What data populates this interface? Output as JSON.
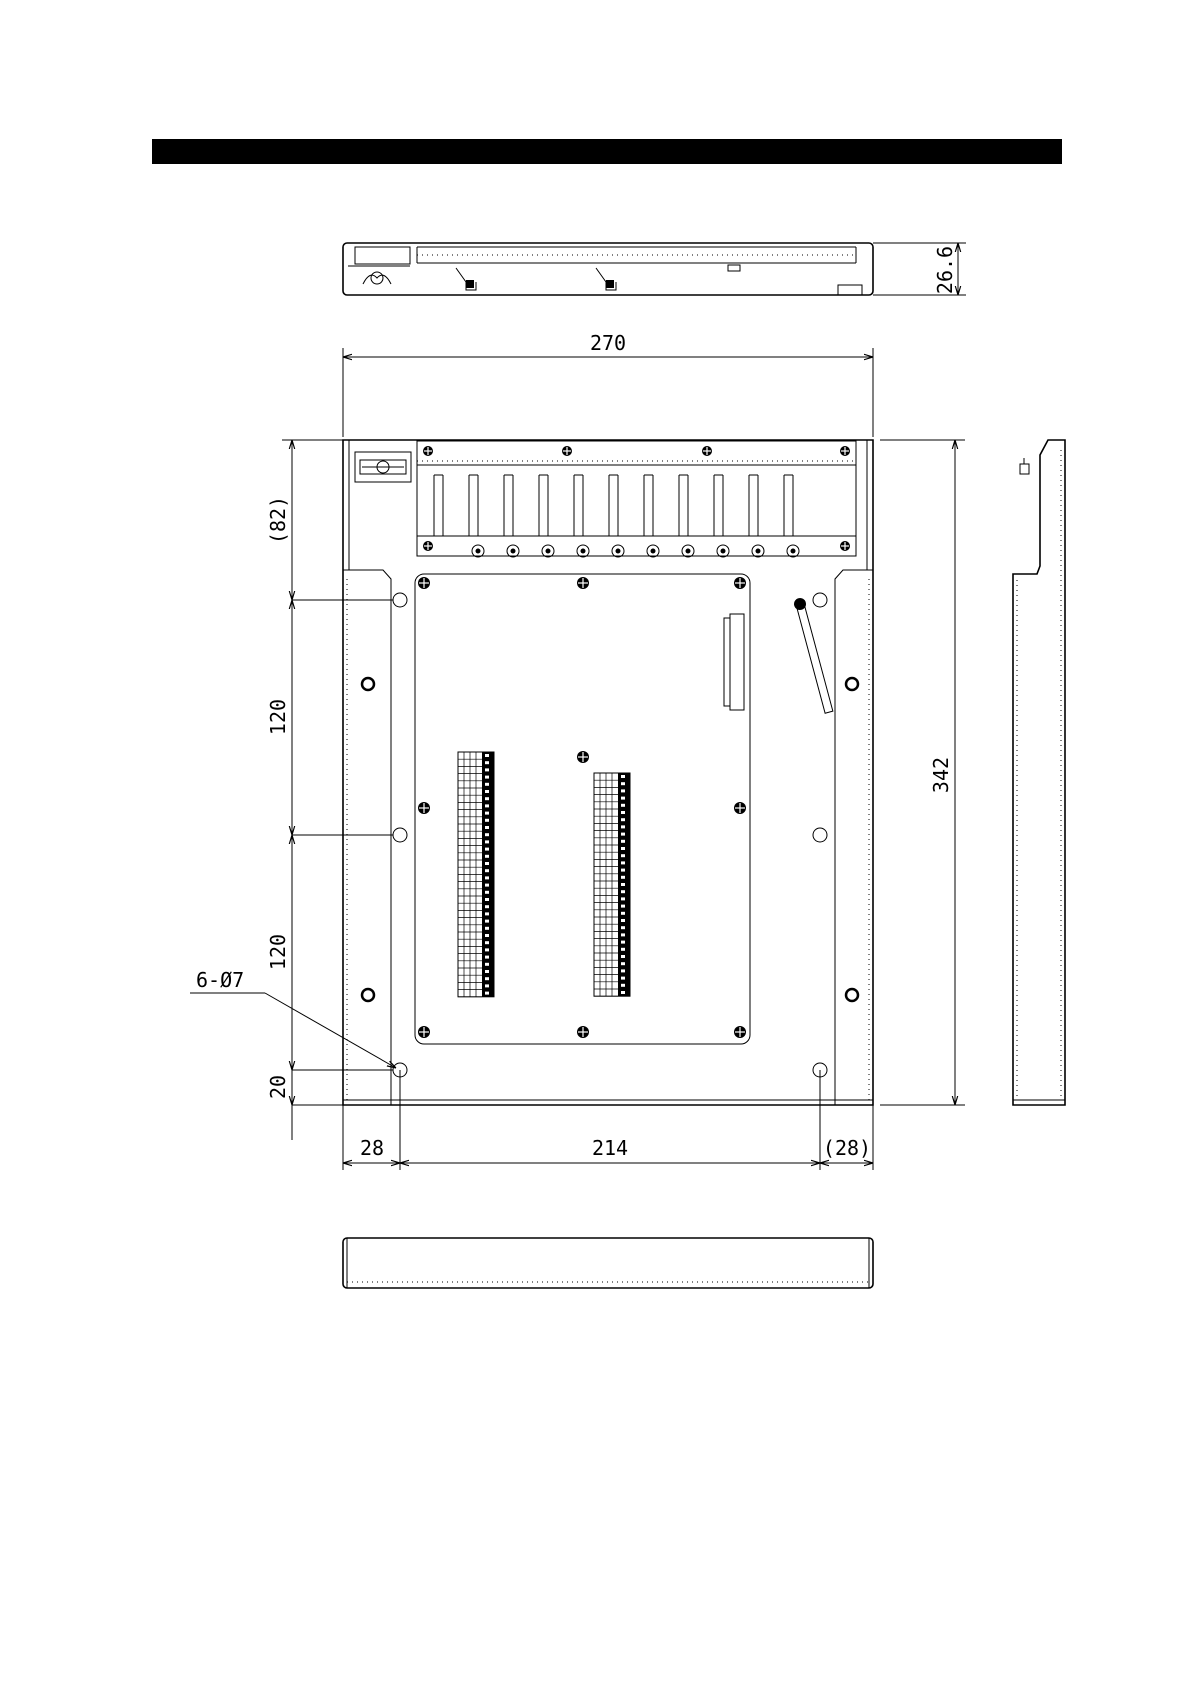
{
  "title_bar": {
    "color": "#000000"
  },
  "dimensions": {
    "depth": "26.6",
    "width": "270",
    "height": "342",
    "top_section": "(82)",
    "hole_pitch_1": "120",
    "hole_pitch_2": "120",
    "bottom_offset": "20",
    "left_offset": "28",
    "hole_span": "214",
    "right_offset": "(28)",
    "hole_callout": "6-Ø7"
  },
  "icons": {
    "mount_hole": "mounting-hole-icon",
    "screw": "screw-icon",
    "terminal_block": "terminal-block-icon",
    "wing_nut": "wing-nut-icon"
  }
}
